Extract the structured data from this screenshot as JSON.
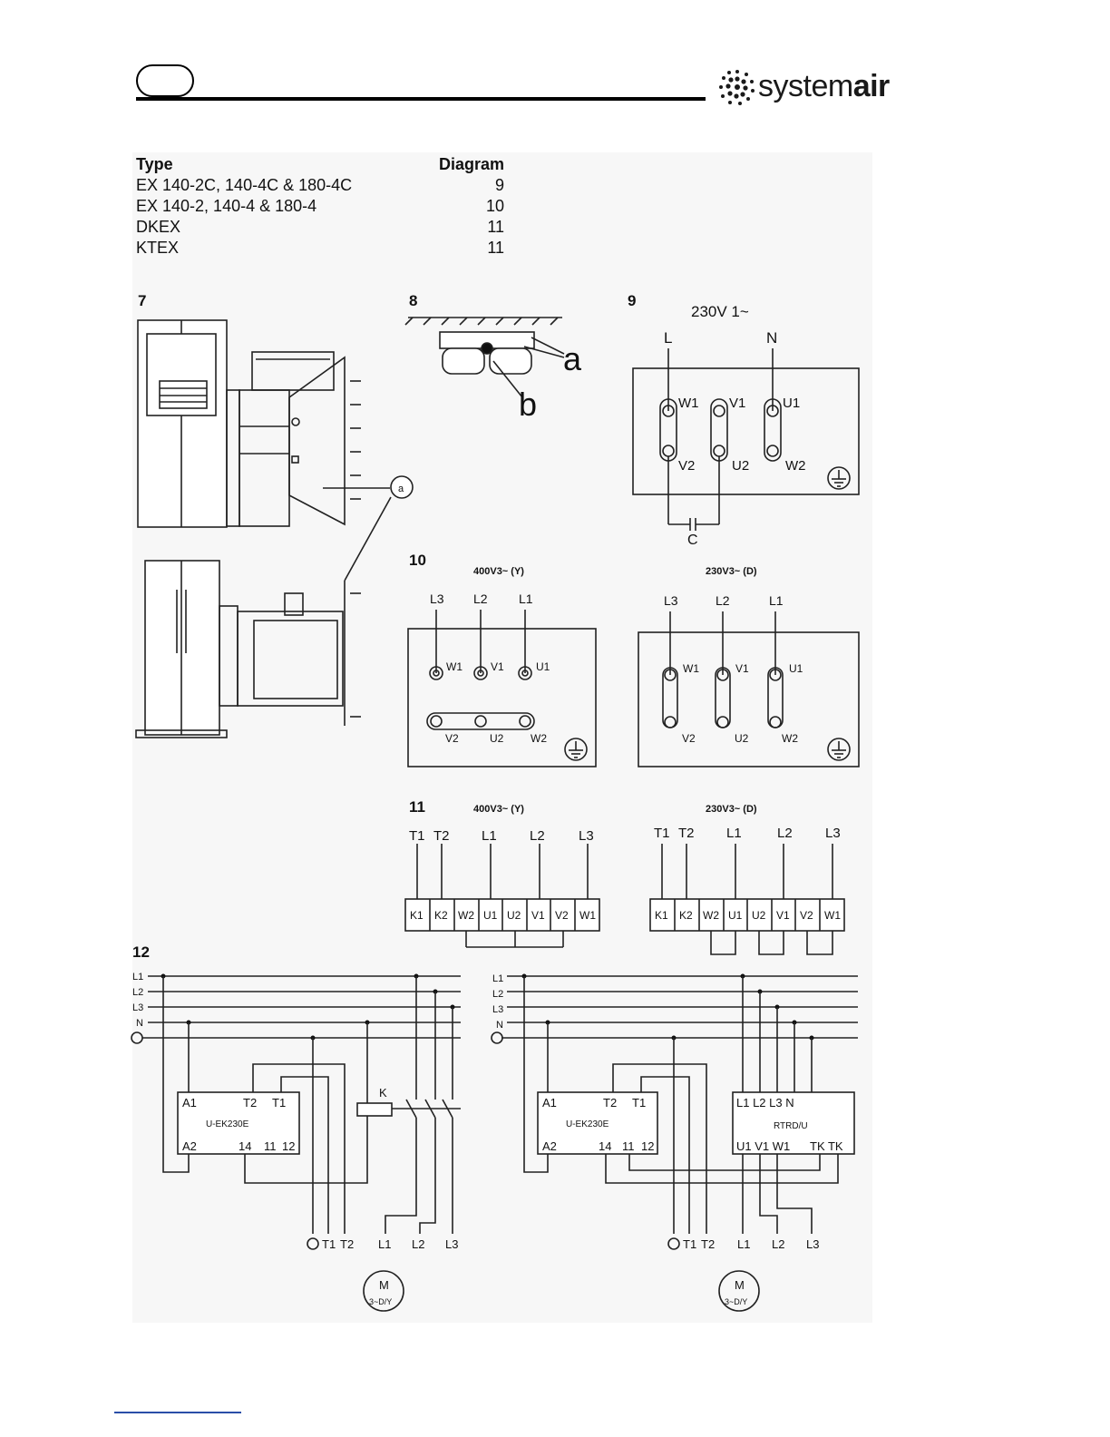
{
  "header": {
    "logo_text_light": "system",
    "logo_text_bold": "air"
  },
  "table": {
    "col_type": "Type",
    "col_diagram": "Diagram",
    "rows": [
      {
        "type": "EX 140-2C, 140-4C & 180-4C",
        "diagram": "9"
      },
      {
        "type": "EX 140-2, 140-4 & 180-4",
        "diagram": "10"
      },
      {
        "type": "DKEX",
        "diagram": "11"
      },
      {
        "type": "KTEX",
        "diagram": "11"
      }
    ]
  },
  "fig7": {
    "num": "7",
    "callout": "a"
  },
  "fig8": {
    "num": "8",
    "label_a": "a",
    "label_b": "b"
  },
  "fig9": {
    "num": "9",
    "supply": "230V 1~",
    "L": "L",
    "N": "N",
    "top": [
      "W1",
      "V1",
      "U1"
    ],
    "bottom": [
      "V2",
      "U2",
      "W2"
    ],
    "cap": "C"
  },
  "fig10": {
    "num": "10",
    "star_title": "400V3~ (Y)",
    "delta_title": "230V3~ (D)",
    "lines": [
      "L3",
      "L2",
      "L1"
    ],
    "top": [
      "W1",
      "V1",
      "U1"
    ],
    "bottom": [
      "V2",
      "U2",
      "W2"
    ]
  },
  "fig11": {
    "num": "11",
    "star_title": "400V3~ (Y)",
    "delta_title": "230V3~ (D)",
    "wires": [
      "T1",
      "T2",
      "L1",
      "L2",
      "L3"
    ],
    "terminals": [
      "K1",
      "K2",
      "W2",
      "U1",
      "U2",
      "V1",
      "V2",
      "W1"
    ]
  },
  "fig12": {
    "num": "12",
    "bus": [
      "L1",
      "L2",
      "L3",
      "N"
    ],
    "relay": "U-EK230E",
    "relay_top": [
      "A1",
      "T2",
      "T1"
    ],
    "relay_bottom": [
      "A2",
      "14",
      "11",
      "12"
    ],
    "contactor": "K",
    "rtrd": "RTRD/U",
    "rtrd_top": "L1 L2 L3 N",
    "rtrd_bottom": "U1 V1 W1",
    "rtrd_tk": "TK TK",
    "outputs": [
      "T1",
      "T2",
      "L1",
      "L2",
      "L3"
    ],
    "motor": "M",
    "motor_sub": "3~D/Y"
  }
}
